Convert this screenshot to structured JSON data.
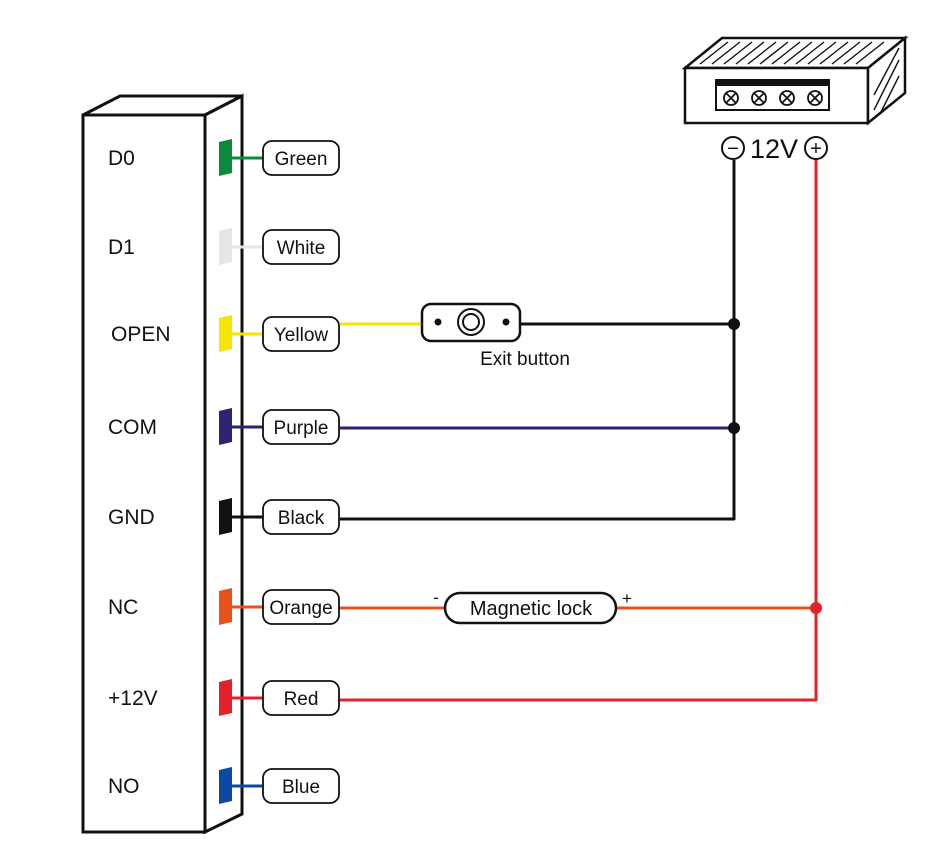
{
  "controller": {
    "pins": [
      {
        "label": "D0",
        "wire": "Green",
        "color": "#0a8a3a"
      },
      {
        "label": "D1",
        "wire": "White",
        "color": "#e6e6e6"
      },
      {
        "label": "OPEN",
        "wire": "Yellow",
        "color": "#f4e600"
      },
      {
        "label": "COM",
        "wire": "Purple",
        "color": "#2a2472"
      },
      {
        "label": "GND",
        "wire": "Black",
        "color": "#111111"
      },
      {
        "label": "NC",
        "wire": "Orange",
        "color": "#e8501e"
      },
      {
        "label": "+12V",
        "wire": "Red",
        "color": "#e5202a"
      },
      {
        "label": "NO",
        "wire": "Blue",
        "color": "#0b4aa2"
      }
    ]
  },
  "exit_button": {
    "caption": "Exit button"
  },
  "magnetic_lock": {
    "label": "Magnetic lock",
    "minus": "-",
    "plus": "+"
  },
  "power_supply": {
    "voltage": "12V",
    "minus_symbol": "−",
    "plus_symbol": "+"
  }
}
